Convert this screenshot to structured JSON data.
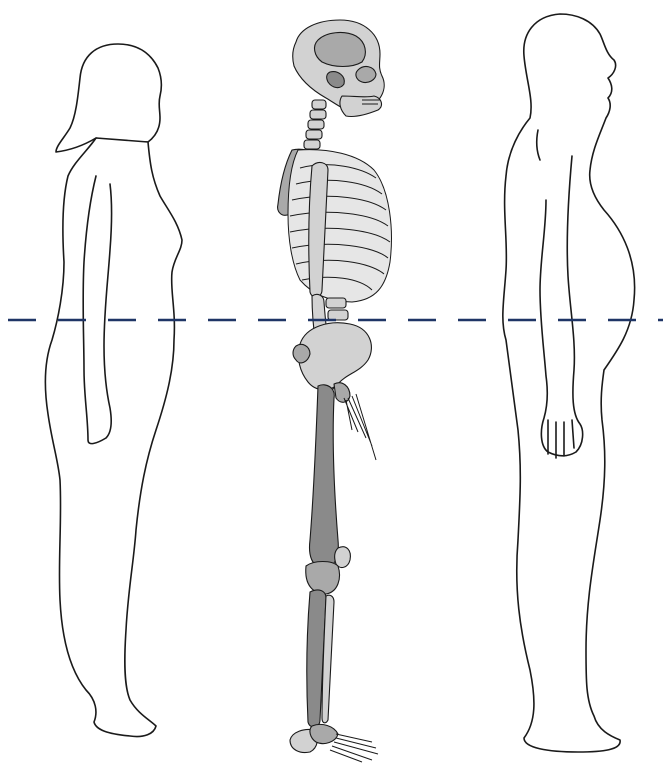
{
  "figures": [
    {
      "id": "female-silhouette",
      "kind": "outline"
    },
    {
      "id": "skeleton",
      "kind": "skeleton"
    },
    {
      "id": "male-silhouette",
      "kind": "outline"
    }
  ],
  "reference_line": {
    "style": "dashed",
    "color": "#1f3566"
  },
  "colors": {
    "outline": "#1a1a1a",
    "bone_light": "#d2d2d2",
    "bone_mid": "#a9a9a9",
    "bone_dark": "#8a8a8a",
    "background": "#ffffff"
  }
}
